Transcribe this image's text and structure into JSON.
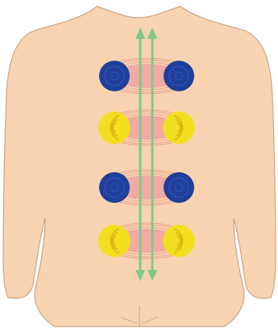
{
  "figure": {
    "subject": "back-torso",
    "colors": {
      "background": "#ffffff",
      "skin": "#f8d3b2",
      "skin_outline": "#c9a585",
      "blue_electrode": "#1f3f99",
      "blue_electrode_ring": "#2f54b8",
      "yellow_electrode": "#f2df20",
      "yellow_electrode_ring": "#d9b612",
      "current_zone": "#f0a0a0",
      "field_lines": "#e07070",
      "arrow": "#7fc98a"
    },
    "electrode_pairs": [
      {
        "polarity": "blue"
      },
      {
        "polarity": "yellow"
      },
      {
        "polarity": "blue"
      },
      {
        "polarity": "yellow"
      }
    ],
    "arrows": [
      {
        "direction": "bidirectional-vertical"
      },
      {
        "direction": "bidirectional-vertical"
      }
    ]
  }
}
